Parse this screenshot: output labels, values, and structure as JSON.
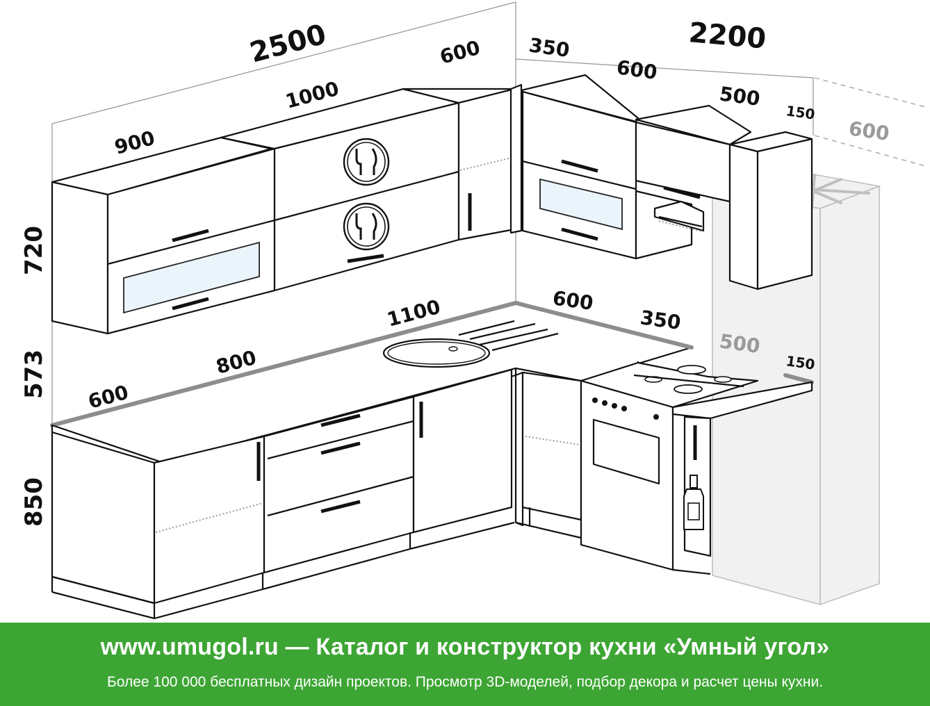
{
  "dimensions": {
    "upper_total_left": "2500",
    "upper_total_right": "2200",
    "upper_900": "900",
    "upper_1000": "1000",
    "upper_600_left": "600",
    "upper_350": "350",
    "upper_600_right": "600",
    "upper_500": "500",
    "upper_150": "150",
    "fridge_600": "600",
    "height_upper": "720",
    "height_gap": "573",
    "height_base": "850",
    "counter_600_left": "600",
    "counter_800": "800",
    "counter_1100": "1100",
    "counter_600_right": "600",
    "counter_350": "350",
    "counter_500": "500",
    "counter_150": "150"
  },
  "footer": {
    "title": "www.umugol.ru — Каталог и конструктор кухни «Умный угол»",
    "subtitle": "Более 100 000 бесплатных дизайн проектов. Просмотр 3D-моделей, подбор декора и расчет цены кухни."
  },
  "colors": {
    "footer_bg": "#3da534",
    "glass": "#eaf4fb",
    "countertop_edge": "#8d8d8d"
  }
}
